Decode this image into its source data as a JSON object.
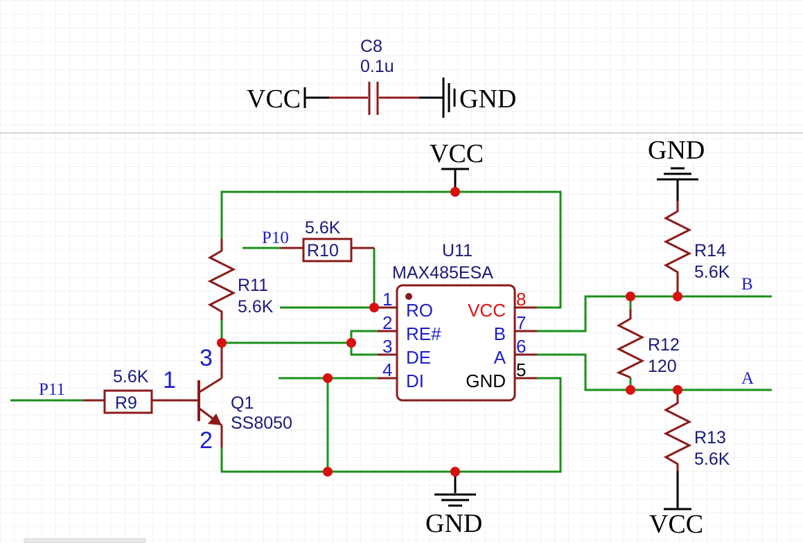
{
  "colors": {
    "wire": "#1a8f1a",
    "component": "#8b1a1a",
    "label": "#1a1a7a",
    "pin_number": "#1e1ec8",
    "power_pin": "#e01010",
    "junction": "#d81010",
    "grid": "#e4e4e4",
    "text": "#000000"
  },
  "capacitor": {
    "ref": "C8",
    "value": "0.1u"
  },
  "power": {
    "vcc": "VCC",
    "gnd": "GND"
  },
  "ic": {
    "ref": "U11",
    "part": "MAX485ESA",
    "left_pins": [
      {
        "num": "1",
        "name": "RO"
      },
      {
        "num": "2",
        "name": "RE#"
      },
      {
        "num": "3",
        "name": "DE"
      },
      {
        "num": "4",
        "name": "DI"
      }
    ],
    "right_pins": [
      {
        "num": "8",
        "name": "VCC"
      },
      {
        "num": "7",
        "name": "B"
      },
      {
        "num": "6",
        "name": "A"
      },
      {
        "num": "5",
        "name": "GND"
      }
    ]
  },
  "resistors": {
    "r10": {
      "ref": "R10",
      "value": "5.6K"
    },
    "r11": {
      "ref": "R11",
      "value": "5.6K"
    },
    "r9": {
      "ref": "R9",
      "value": "5.6K"
    },
    "r14": {
      "ref": "R14",
      "value": "5.6K"
    },
    "r12": {
      "ref": "R12",
      "value": "120"
    },
    "r13": {
      "ref": "R13",
      "value": "5.6K"
    }
  },
  "transistor": {
    "ref": "Q1",
    "part": "SS8050",
    "pin_b": "1",
    "pin_c": "3",
    "pin_e": "2"
  },
  "nets": {
    "p10": "P10",
    "p11": "P11",
    "b": "B",
    "a": "A"
  }
}
